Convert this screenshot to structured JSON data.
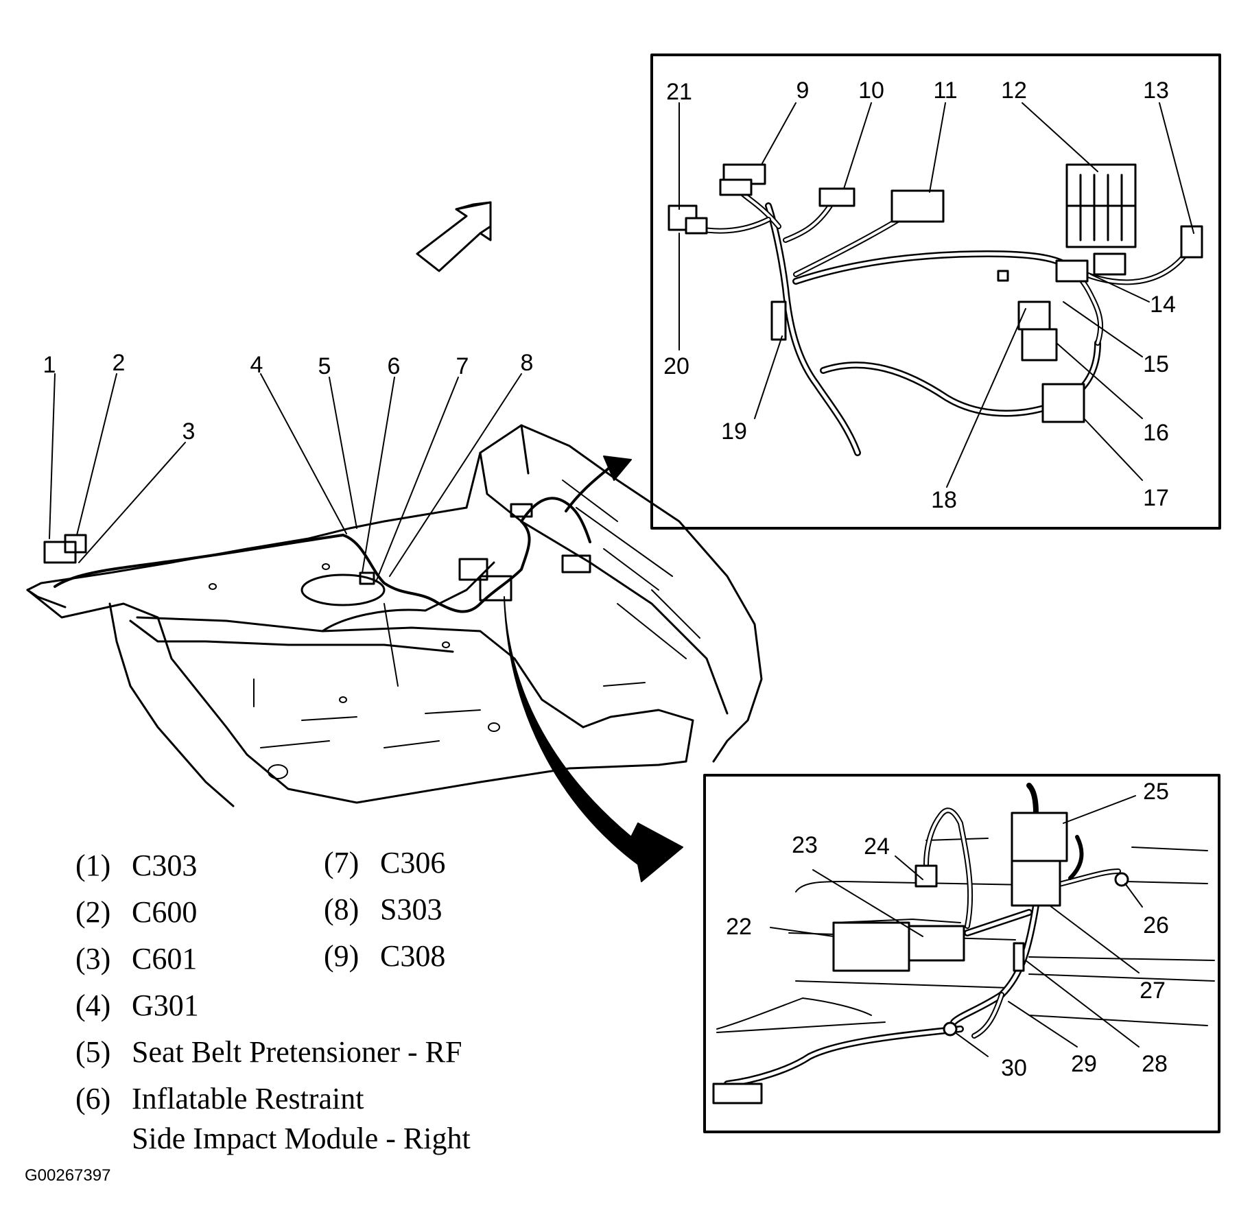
{
  "figure_id": "G00267397",
  "callouts": {
    "main": [
      "1",
      "2",
      "3",
      "4",
      "5",
      "6",
      "7",
      "8"
    ],
    "inset_top": [
      "9",
      "10",
      "11",
      "12",
      "13",
      "14",
      "15",
      "16",
      "17",
      "18",
      "19",
      "20",
      "21"
    ],
    "inset_bottom": [
      "22",
      "23",
      "24",
      "25",
      "26",
      "27",
      "28",
      "29",
      "30"
    ]
  },
  "legend": [
    {
      "num": "(1)",
      "text": "C303"
    },
    {
      "num": "(2)",
      "text": "C600"
    },
    {
      "num": "(3)",
      "text": "C601"
    },
    {
      "num": "(4)",
      "text": "G301"
    },
    {
      "num": "(5)",
      "text": "Seat Belt Pretensioner - RF"
    },
    {
      "num": "(6)",
      "text": "Inflatable Restraint"
    },
    {
      "num": "",
      "text": "Side Impact Module - Right"
    },
    {
      "num": "(7)",
      "text": "C306"
    },
    {
      "num": "(8)",
      "text": "S303"
    },
    {
      "num": "(9)",
      "text": "C308"
    }
  ],
  "colors": {
    "ink": "#000000",
    "paper": "#ffffff"
  }
}
